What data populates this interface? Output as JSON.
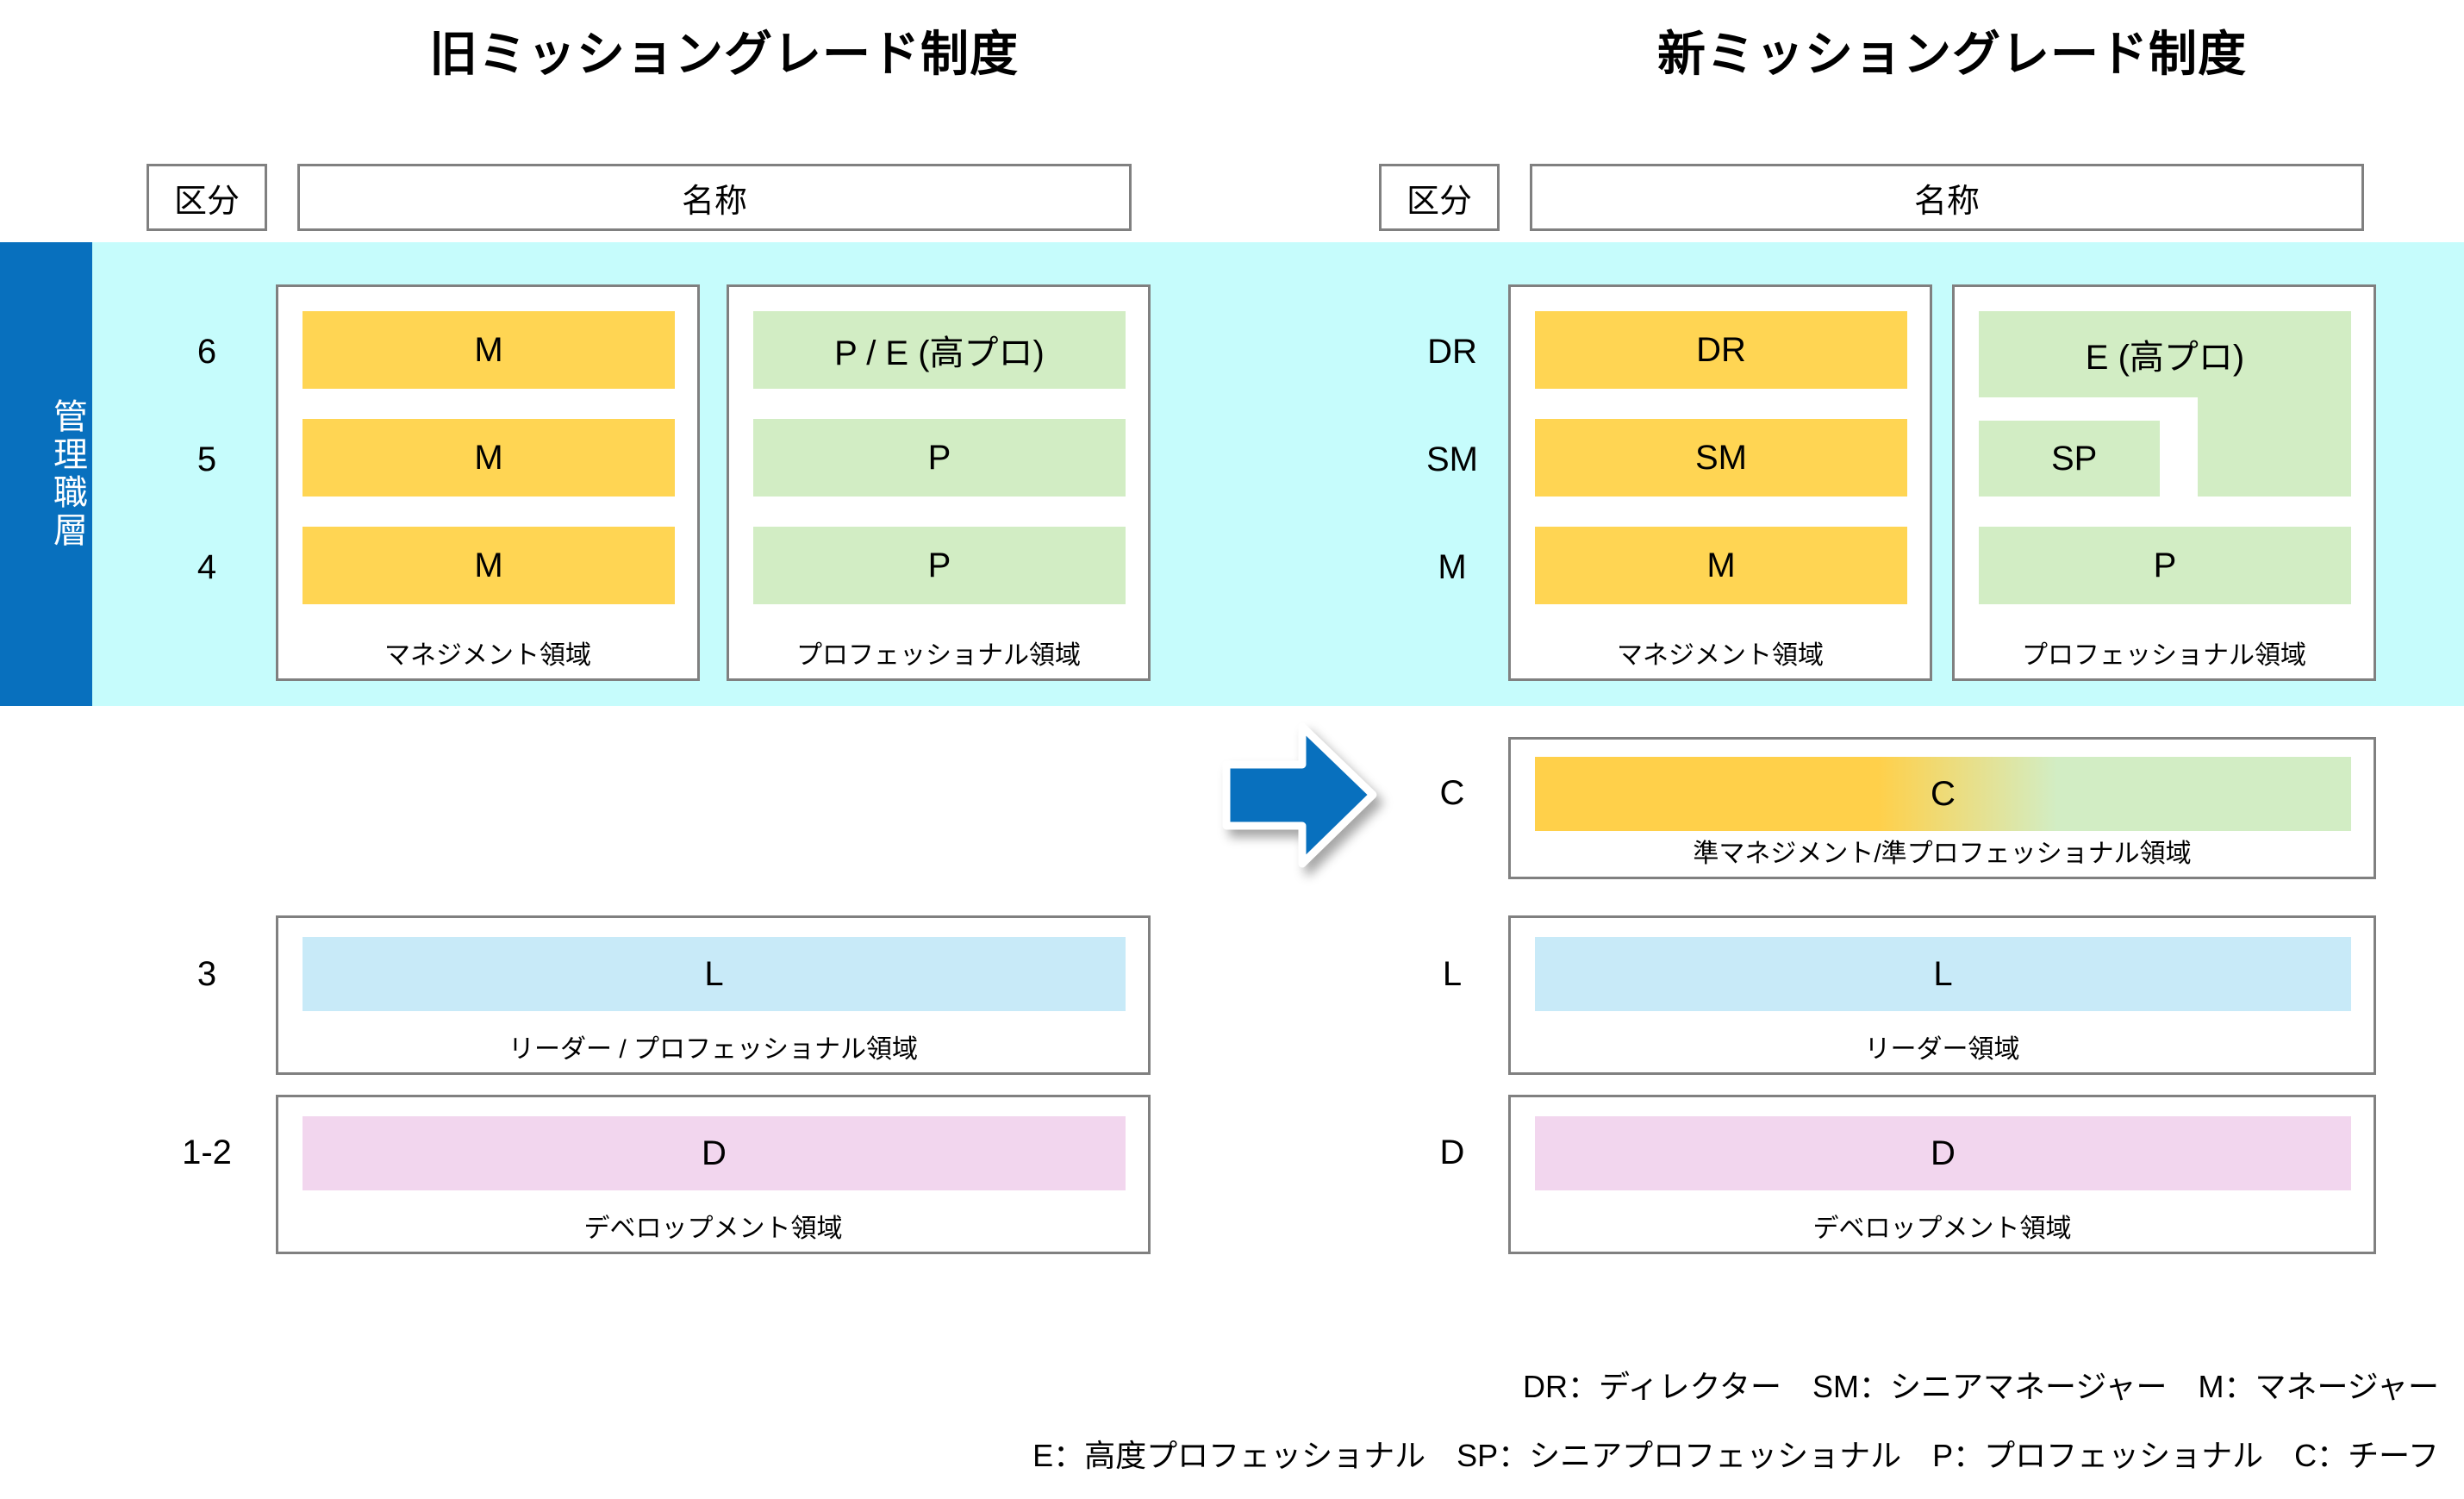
{
  "panels": {
    "old": {
      "title": "旧ミッショングレード制度",
      "header": {
        "division": "区分",
        "name": "名称"
      },
      "grade_labels": [
        "6",
        "5",
        "4",
        "3",
        "1-2"
      ],
      "management_area": {
        "caption": "マネジメント領域",
        "bars": [
          "M",
          "M",
          "M"
        ]
      },
      "professional_area": {
        "caption": "プロフェッショナル領域",
        "bars": [
          "P / E (高プロ)",
          "P",
          "P"
        ]
      },
      "leader_area": {
        "caption": "リーダー / プロフェッショナル領域",
        "bar": "L"
      },
      "development_area": {
        "caption": "デベロップメント領域",
        "bar": "D"
      }
    },
    "new": {
      "title": "新ミッショングレード制度",
      "header": {
        "division": "区分",
        "name": "名称"
      },
      "grade_labels": [
        "DR",
        "SM",
        "M",
        "C",
        "L",
        "D"
      ],
      "management_area": {
        "caption": "マネジメント領域",
        "bars": [
          "DR",
          "SM",
          "M"
        ]
      },
      "professional_area": {
        "caption": "プロフェッショナル領域",
        "bars": [
          "E (高プロ)",
          "SP",
          "P"
        ]
      },
      "chief_area": {
        "caption": "準マネジメント/準プロフェッショナル領域",
        "bar": "C"
      },
      "leader_area": {
        "caption": "リーダー領域",
        "bar": "L"
      },
      "development_area": {
        "caption": "デベロップメント領域",
        "bar": "D"
      }
    }
  },
  "management_layer_label": "管理職層",
  "transition_arrow": "right-arrow",
  "legend": {
    "line1": "DR：ディレクター　SM：シニアマネージャー　M：マネージャー",
    "line2": "E：高度プロフェッショナル　SP：シニアプロフェッショナル　P：プロフェッショナル　C：チーフ"
  },
  "colors": {
    "management_bar": "#FFD553",
    "professional_bar": "#D2EDC4",
    "leader_bar": "#C8EAF8",
    "development_bar": "#F2D6EE",
    "band": "#C6FCFC",
    "blue_bar": "#0870BE",
    "frame_border": "#808080"
  }
}
